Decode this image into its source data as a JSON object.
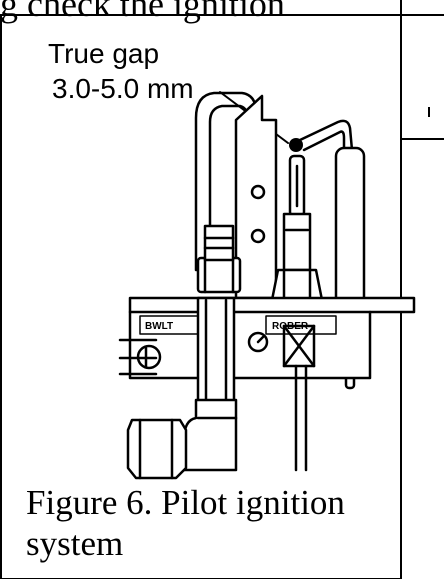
{
  "page_header": "g check the ignition",
  "diagram": {
    "label_line1": "True gap",
    "label_line2": "3.0-5.0 mm",
    "panel_labels": {
      "left": "BWLT",
      "right": "ROBER"
    }
  },
  "caption": "Figure 6. Pilot ignition system"
}
